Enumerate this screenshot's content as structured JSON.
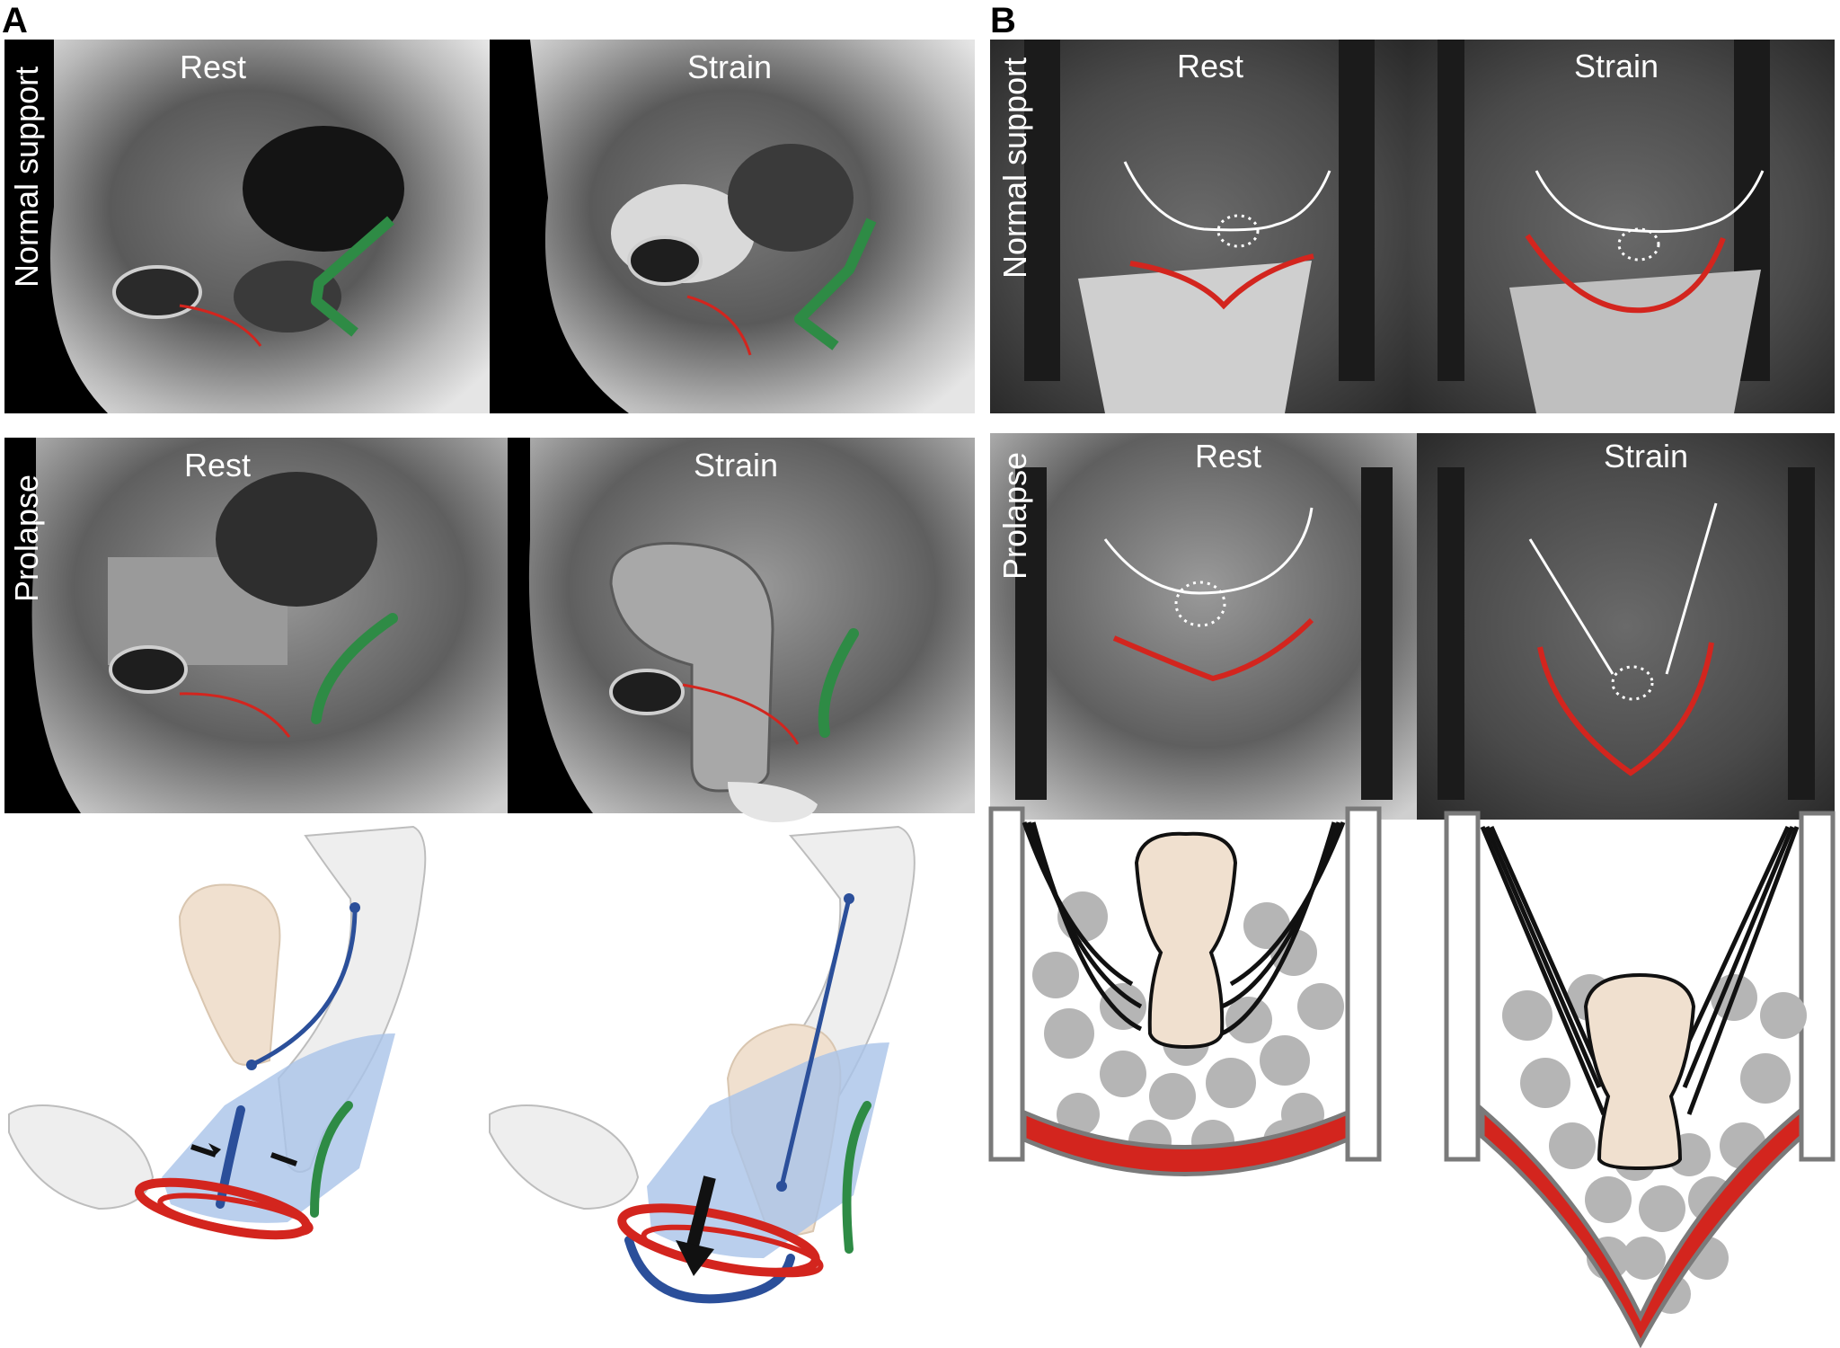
{
  "panels": {
    "a": {
      "letter": "A"
    },
    "b": {
      "letter": "B"
    }
  },
  "rows": {
    "normal_support": "Normal support",
    "prolapse": "Prolapse"
  },
  "conditions": {
    "rest": "Rest",
    "strain": "Strain"
  },
  "colors": {
    "levator_red": "#d3251e",
    "perineal_green": "#2e8b45",
    "ligament_blue": "#2b4f9a",
    "uterus_beige": "#f0e0cf",
    "pelvic_floor_blue": "#a9c3e8",
    "tissue_gray": "#a8a8a8"
  }
}
